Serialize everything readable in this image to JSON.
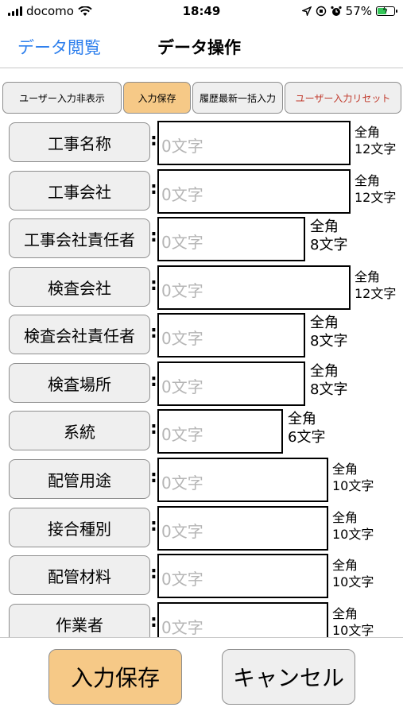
{
  "status_bar": {
    "carrier": "docomo",
    "time": "18:49",
    "battery_percent": "57%",
    "battery_level": 0.57,
    "icons": [
      "signal-icon",
      "wifi-icon",
      "location-icon",
      "orientation-lock-icon",
      "alarm-icon",
      "battery-icon"
    ]
  },
  "nav": {
    "back_label": "データ閲覧",
    "title": "データ操作"
  },
  "toolbar": {
    "hide_input": "ユーザー入力非表示",
    "save_input": "入力保存",
    "bulk_latest": "履歴最新一括入力",
    "reset_input": "ユーザー入力リセット"
  },
  "form": {
    "placeholder": "0文字",
    "rows": [
      {
        "label": "工事名称",
        "hint_top": "全角",
        "hint_bottom": "12文字"
      },
      {
        "label": "工事会社",
        "hint_top": "全角",
        "hint_bottom": "12文字"
      },
      {
        "label": "工事会社責任者",
        "hint_top": "全角",
        "hint_bottom": "8文字"
      },
      {
        "label": "検査会社",
        "hint_top": "全角",
        "hint_bottom": "12文字"
      },
      {
        "label": "検査会社責任者",
        "hint_top": "全角",
        "hint_bottom": "8文字"
      },
      {
        "label": "検査場所",
        "hint_top": "全角",
        "hint_bottom": "8文字"
      },
      {
        "label": "系統",
        "hint_top": "全角",
        "hint_bottom": "6文字"
      },
      {
        "label": "配管用途",
        "hint_top": "全角",
        "hint_bottom": "10文字"
      },
      {
        "label": "接合種別",
        "hint_top": "全角",
        "hint_bottom": "10文字"
      },
      {
        "label": "配管材料",
        "hint_top": "全角",
        "hint_bottom": "10文字"
      },
      {
        "label": "作業者",
        "hint_top": "全角",
        "hint_bottom": "10文字"
      }
    ]
  },
  "bottom": {
    "save_label": "入力保存",
    "cancel_label": "キャンセル"
  },
  "colors": {
    "accent_blue": "#2f80ed",
    "active_orange": "#f6c987",
    "button_gray": "#efefef",
    "danger_red": "#c0392b"
  }
}
